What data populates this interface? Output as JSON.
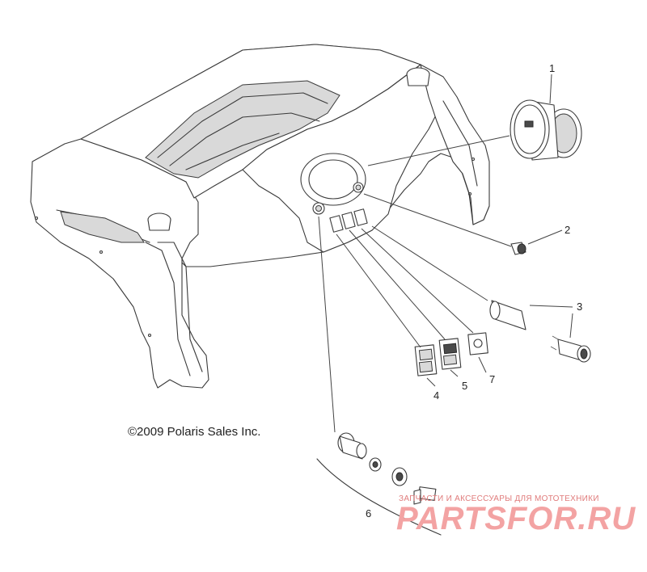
{
  "callouts": [
    {
      "id": "1",
      "label": "1"
    },
    {
      "id": "2",
      "label": "2"
    },
    {
      "id": "3",
      "label": "3"
    },
    {
      "id": "4",
      "label": "4"
    },
    {
      "id": "5",
      "label": "5"
    },
    {
      "id": "6",
      "label": "6"
    },
    {
      "id": "7",
      "label": "7"
    }
  ],
  "copyright": "©2009 Polaris Sales Inc.",
  "watermark": {
    "tagline": "ЗАПЧАСТИ И АКСЕССУАРЫ ДЛЯ МОТОТЕХНИКИ",
    "brand": "PARTSFOR.RU"
  },
  "colors": {
    "line": "#3a3a3a",
    "watermark": "#f3a3a3"
  }
}
